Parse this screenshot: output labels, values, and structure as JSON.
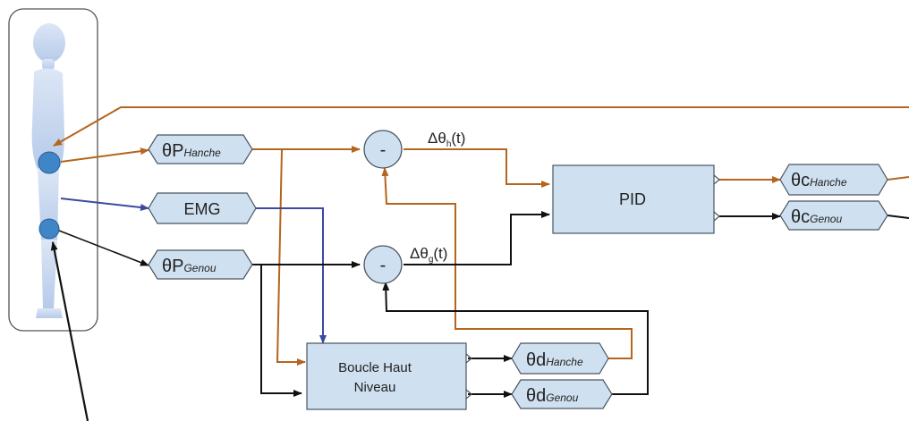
{
  "blocks": {
    "pid": "PID",
    "high_level_loop": [
      "Boucle Haut",
      "Niveau"
    ],
    "emg": "EMG"
  },
  "signals": {
    "hip_position": {
      "main": "θP",
      "sub": "Hanche"
    },
    "knee_position": {
      "main": "θP",
      "sub": "Genou"
    },
    "hip_command": {
      "main": "θc",
      "sub": "Hanche"
    },
    "knee_command": {
      "main": "θc",
      "sub": "Genou"
    },
    "hip_desired": {
      "main": "θd",
      "sub": "Hanche"
    },
    "knee_desired": {
      "main": "θd",
      "sub": "Genou"
    }
  },
  "junctions": {
    "hip_sum": "-",
    "knee_sum": "-"
  },
  "errors": {
    "hip_error": {
      "main": "Δθ",
      "sub": "h",
      "tail": "(t)"
    },
    "knee_error": {
      "main": "Δθ",
      "sub": "g",
      "tail": "(t)"
    }
  },
  "colors": {
    "hip_signal": "#b5651d",
    "emg_signal": "#3b4aa0",
    "knee_signal": "#111111",
    "block_fill": "#cfe0f0",
    "sensor_fill": "#3f86c8",
    "body_fill": "#c6d6ee"
  }
}
